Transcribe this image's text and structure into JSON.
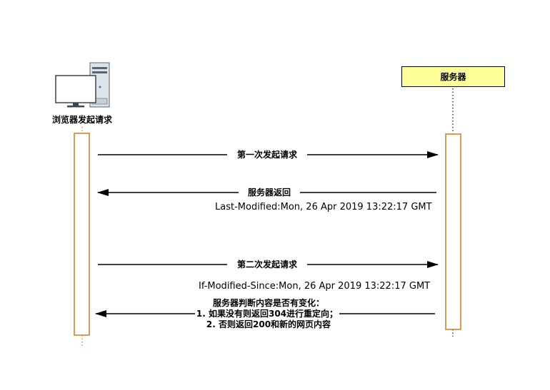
{
  "participants": {
    "client": {
      "label": "浏览器发起请求",
      "icon": "computer-icon"
    },
    "server": {
      "label": "服务器"
    }
  },
  "messages": [
    {
      "label": "第一次发起请求",
      "direction": "client-to-server"
    },
    {
      "label": "服务器返回",
      "direction": "server-to-client",
      "note": "Last-Modified:Mon, 26 Apr 2019 13:22:17 GMT"
    },
    {
      "label": "第二次发起请求",
      "direction": "client-to-server",
      "note": "If-Modified-Since:Mon, 26 Apr 2019 13:22:17 GMT"
    },
    {
      "label": "服务器判断内容是否有变化：",
      "direction": "server-to-client",
      "lines": [
        "1. 如果没有则返回304进行重定向；",
        "2. 否则返回200和新的网页内容"
      ]
    }
  ],
  "colors": {
    "activation_border": "#d07b1a",
    "server_fill": "#ffff99",
    "line": "#000000",
    "computer_screen_fill": "#ffffff",
    "computer_tower_fill": "#dde3ea"
  }
}
